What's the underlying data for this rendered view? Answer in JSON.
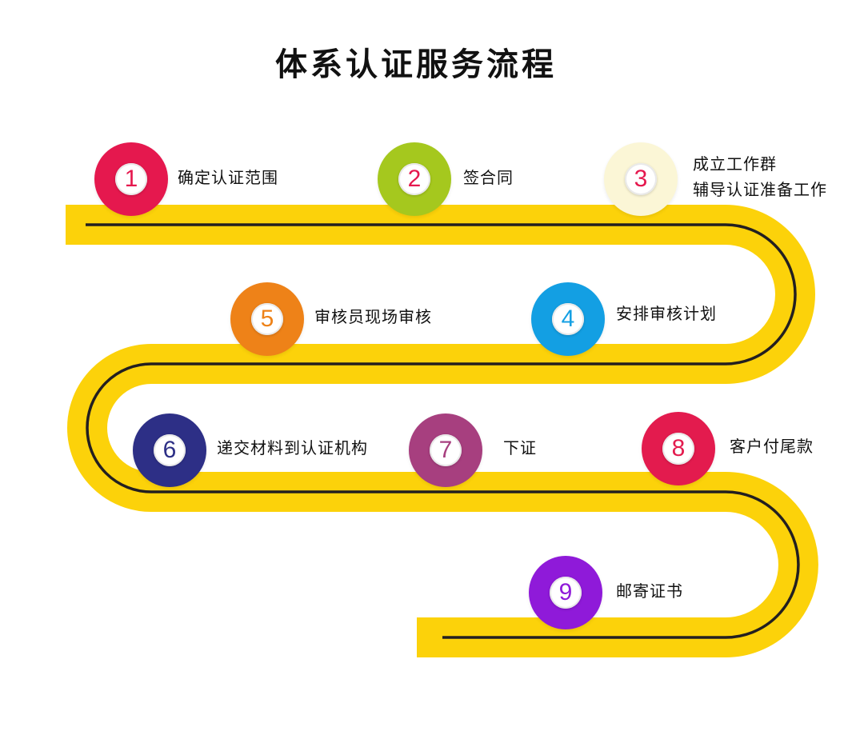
{
  "title": "体系认证服务流程",
  "colors": {
    "road": "#FCD20A",
    "line": "#231F20"
  },
  "steps": [
    {
      "number": "1",
      "label": "确定认证范围",
      "color": "#E5184E",
      "text_color": "#E5184E"
    },
    {
      "number": "2",
      "label": "签合同",
      "color": "#A5C81E",
      "text_color": "#E5184E"
    },
    {
      "number": "3",
      "label": "成立工作群",
      "label2": "辅导认证准备工作",
      "color": "#FBF6D6",
      "text_color": "#E5184E"
    },
    {
      "number": "4",
      "label": "安排审核计划",
      "color": "#139FE3",
      "text_color": "#139FE3"
    },
    {
      "number": "5",
      "label": "审核员现场审核",
      "color": "#EE8218",
      "text_color": "#EE8218"
    },
    {
      "number": "6",
      "label": "递交材料到认证机构",
      "color": "#2D2F86",
      "text_color": "#2D2F86"
    },
    {
      "number": "7",
      "label": "下证",
      "color": "#A73F7F",
      "text_color": "#A73F7F"
    },
    {
      "number": "8",
      "label": "客户付尾款",
      "color": "#E31B4E",
      "text_color": "#E31B4E"
    },
    {
      "number": "9",
      "label": "邮寄证书",
      "color": "#8F1AD9",
      "text_color": "#8F1AD9"
    }
  ]
}
